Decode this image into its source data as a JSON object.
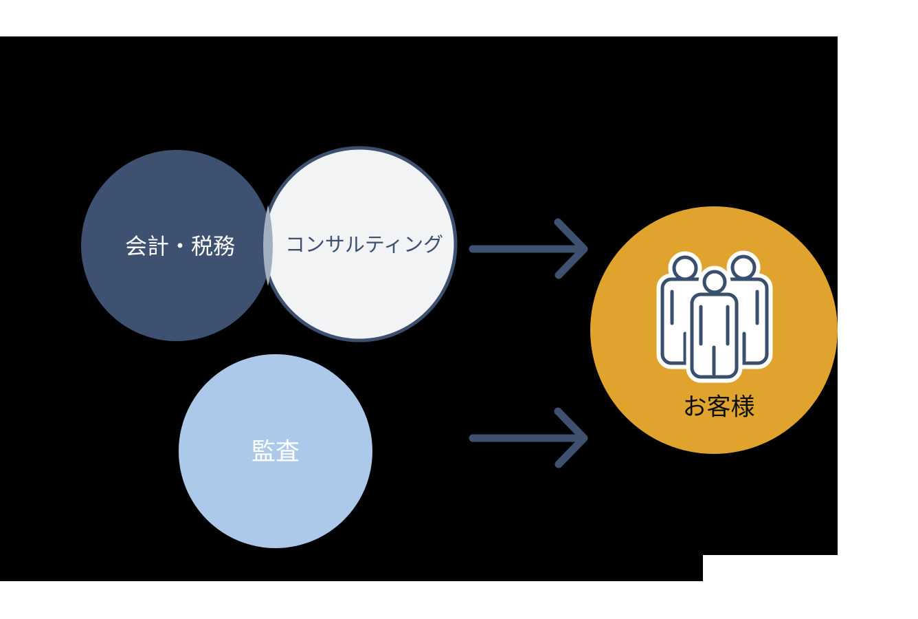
{
  "diagram": {
    "title": "services-to-customer-diagram",
    "background_color": "#000000",
    "page_white": "#ffffff",
    "arrow_color": "#3E5170",
    "overlap_color": "#A2AFC1",
    "circles": {
      "accounting": {
        "label": "会計・税務",
        "fill": "#3E5170",
        "text_color": "#ffffff"
      },
      "consulting": {
        "label": "コンサルティング",
        "fill": "#F2F3F4",
        "stroke": "#3C4F6E",
        "text_color": "#3E5170"
      },
      "audit": {
        "label": "監査",
        "fill": "#ADC9E9",
        "text_color": "#ffffff"
      },
      "customer": {
        "label": "お客様",
        "fill": "#E0A42E",
        "text_color": "#0d0d0d"
      }
    },
    "icon": {
      "name": "people-group-icon",
      "line_color": "#3A4E6E",
      "halo_color": "#ffffff",
      "fill_color": "#ffffff"
    }
  }
}
